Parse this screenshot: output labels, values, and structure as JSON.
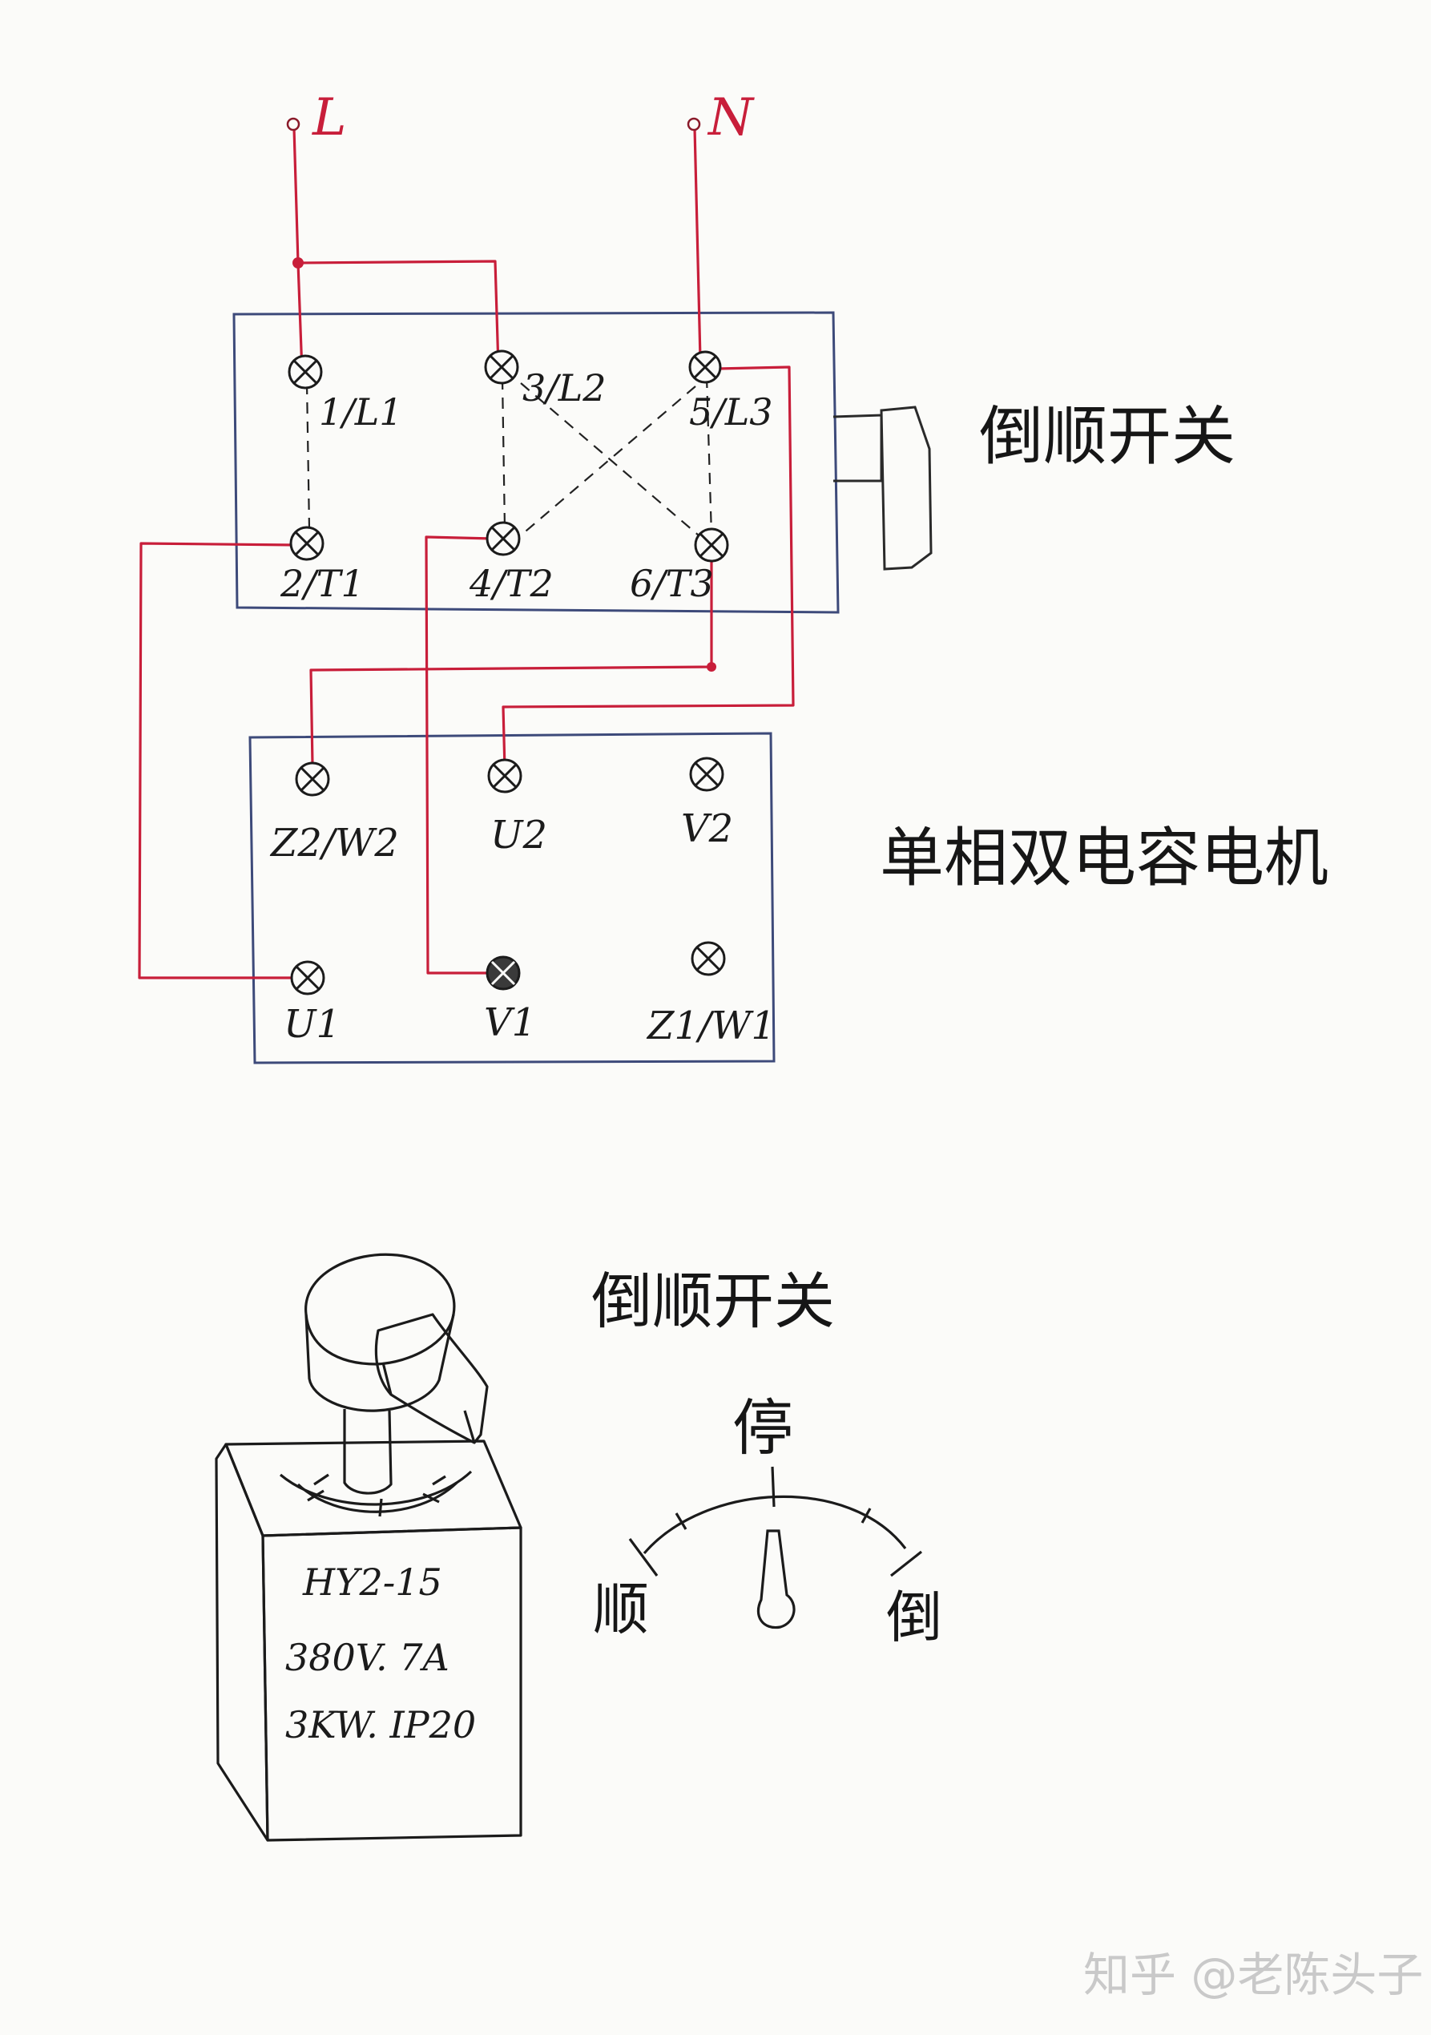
{
  "colors": {
    "wire": "#c81e3a",
    "box": "#3d4a7a",
    "ink": "#1b1b1b",
    "paper": "#fbfbf9",
    "watermark": "#c9c9c9"
  },
  "supply": {
    "live": "L",
    "neutral": "N"
  },
  "switch_panel": {
    "title": "倒顺开关",
    "terminals_top": [
      "1/L1",
      "3/L2",
      "5/L3"
    ],
    "terminals_bottom": [
      "2/T1",
      "4/T2",
      "6/T3"
    ]
  },
  "motor_panel": {
    "title": "单相双电容电机",
    "terminals_top": [
      "Z2/W2",
      "U2",
      "V2"
    ],
    "terminals_bottom": [
      "U1",
      "V1",
      "Z1/W1"
    ]
  },
  "device": {
    "title": "倒顺开关",
    "model": "HY2-15",
    "rating": "380V. 7A",
    "power": "3KW. IP20"
  },
  "dial": {
    "stop": "停",
    "forward": "顺",
    "reverse": "倒"
  },
  "watermark": "知乎 @老陈头子"
}
